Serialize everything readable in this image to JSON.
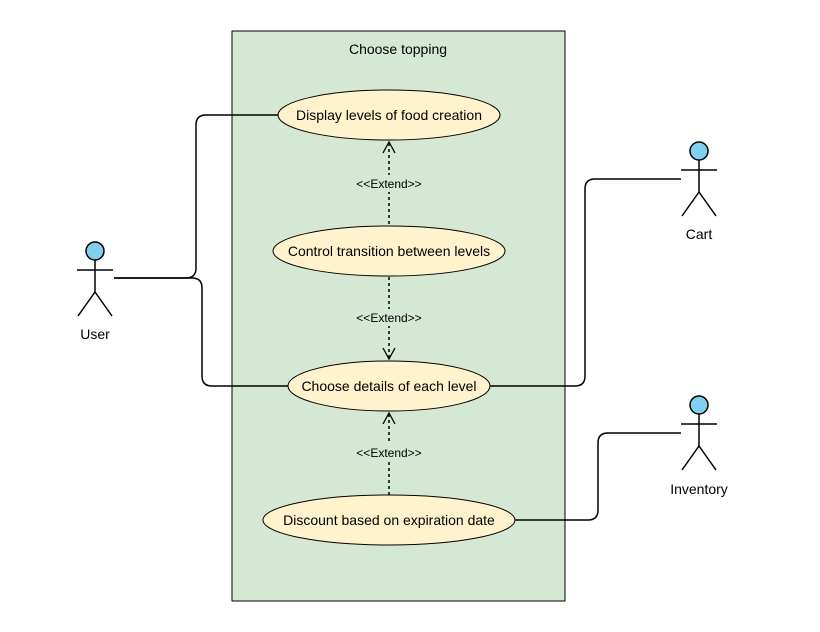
{
  "colors": {
    "system_fill": "#d5e8d4",
    "system_stroke": "#000000",
    "usecase_fill": "#fff2cc",
    "actor_head": "#7fcfef"
  },
  "system": {
    "title": "Choose topping"
  },
  "actors": {
    "user": "User",
    "cart": "Cart",
    "inventory": "Inventory"
  },
  "usecases": {
    "display_levels": "Display levels of food creation",
    "control_transition": "Control transition between levels",
    "choose_details": "Choose details of each level",
    "discount": "Discount based on expiration date"
  },
  "relations": {
    "extend_1": "<<Extend>>",
    "extend_2": "<<Extend>>",
    "extend_3": "<<Extend>>"
  }
}
